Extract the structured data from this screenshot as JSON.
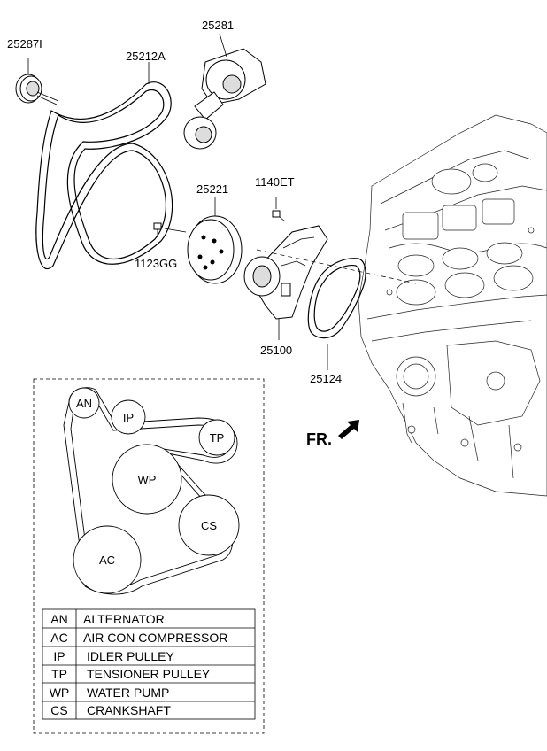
{
  "parts": {
    "p25287I": "25287I",
    "p25212A": "25212A",
    "p25281": "25281",
    "p25221": "25221",
    "p1140ET": "1140ET",
    "p1123GG": "1123GG",
    "p25100": "25100",
    "p25124": "25124"
  },
  "front_marker": "FR.",
  "routing": {
    "AN": "AN",
    "IP": "IP",
    "TP": "TP",
    "WP": "WP",
    "CS": "CS",
    "AC": "AC"
  },
  "legend": [
    {
      "code": "AN",
      "name": "ALTERNATOR"
    },
    {
      "code": "AC",
      "name": "AIR CON COMPRESSOR"
    },
    {
      "code": "IP",
      "name": "IDLER PULLEY"
    },
    {
      "code": "TP",
      "name": "TENSIONER PULLEY"
    },
    {
      "code": "WP",
      "name": "WATER PUMP"
    },
    {
      "code": "CS",
      "name": "CRANKSHAFT"
    }
  ]
}
